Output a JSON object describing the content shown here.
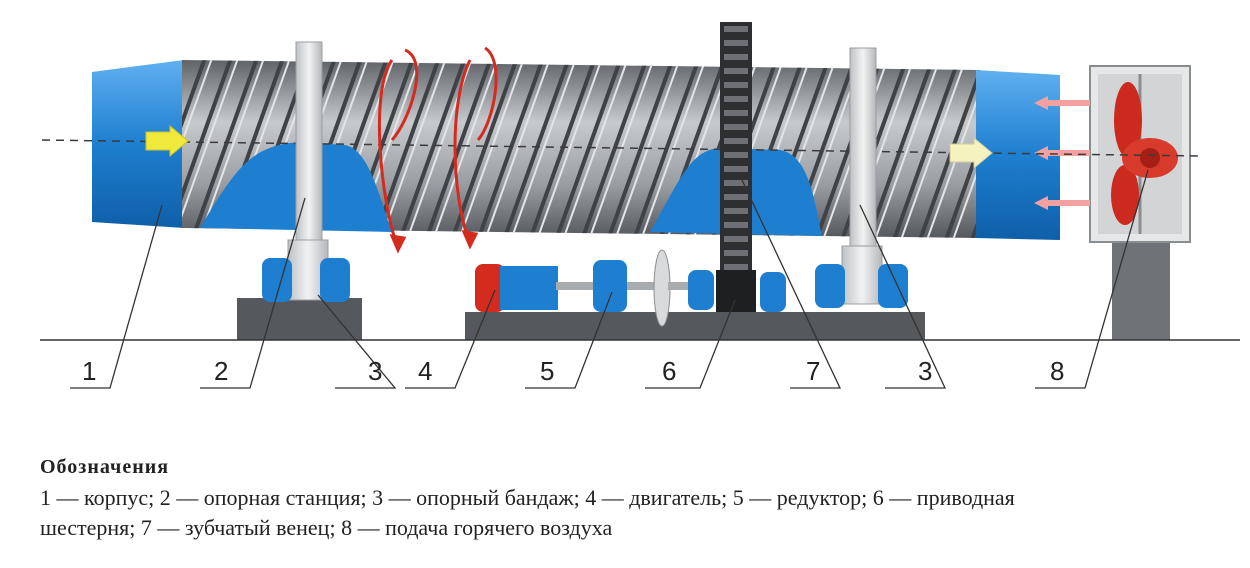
{
  "callouts": [
    "1",
    "2",
    "3",
    "4",
    "5",
    "6",
    "7",
    "3",
    "8"
  ],
  "legend": {
    "title": "Обозначения",
    "line1": "1 — корпус; 2 — опорная станция; 3 — опорный бандаж; 4 — двигатель; 5 — редуктор; 6 — приводная",
    "line2": "шестерня; 7 — зубчатый венец;  8 —  подача горячего воздуха"
  },
  "colors": {
    "shell_blue": "#1e7fd0",
    "drum_grey": "#8f949a",
    "motor_red": "#d52b1e",
    "arrow_yellow": "#f0e83a",
    "arrow_pink": "#f2a0a0",
    "fan_red": "#cc2a1f"
  }
}
